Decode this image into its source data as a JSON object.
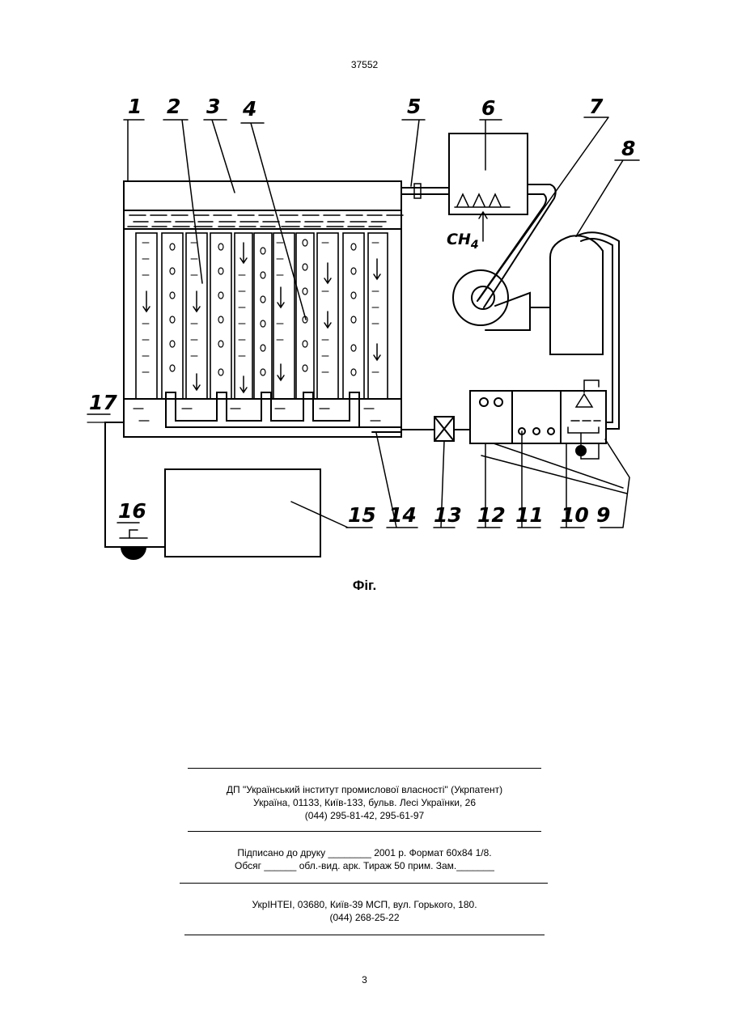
{
  "header": {
    "doc_number": "37552"
  },
  "figure": {
    "caption": "Фіг.",
    "labels": [
      "1",
      "2",
      "3",
      "4",
      "5",
      "6",
      "7",
      "8",
      "9",
      "10",
      "11",
      "12",
      "13",
      "14",
      "15",
      "16",
      "17"
    ],
    "methane": "CH4"
  },
  "imprint": {
    "publisher_line1": "ДП \"Український інститут промислової власності\" (Укрпатент)",
    "publisher_line2": "Україна, 01133, Київ-133, бульв. Лесі Українки, 26",
    "publisher_line3": "(044) 295-81-42, 295-61-97",
    "print_line1": "Підписано до друку ________ 2001 р.    Формат 60х84 1/8.",
    "print_line2": "Обсяг ______ обл.-вид. арк.   Тираж 50 прим.    Зам._______",
    "printer_line1": "УкрІНТЕІ, 03680, Київ-39 МСП, вул. Горького, 180.",
    "printer_line2": "(044) 268-25-22"
  },
  "footer": {
    "page_number": "3"
  }
}
